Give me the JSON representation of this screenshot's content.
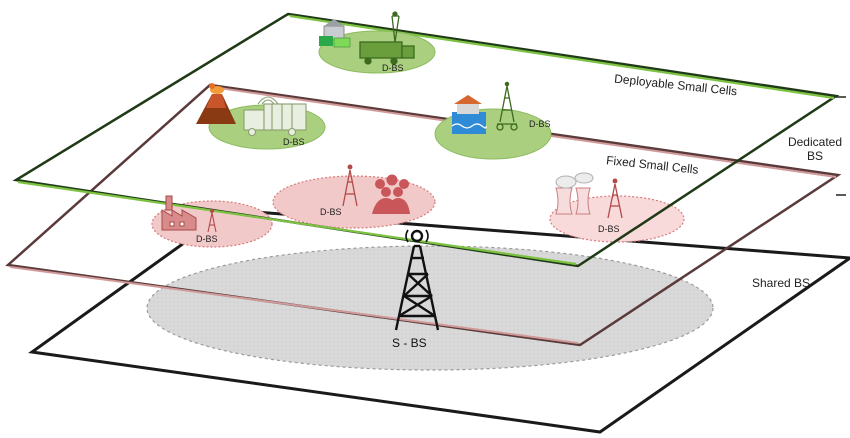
{
  "layers": {
    "deployable": "Deployable Small Cells",
    "fixed": "Fixed  Small Cells",
    "shared": "Shared BS"
  },
  "side_label": "Dedicated\nBS",
  "cells": {
    "deployable": [
      "D-BS",
      "D-BS",
      "D-BS"
    ],
    "fixed": [
      "D-BS",
      "D-BS",
      "D-BS"
    ]
  },
  "macro": "S - BS",
  "colors": {
    "deployable_frame": "#7dc242",
    "deployable_zone": "#a9cf7f",
    "fixed_frame": "#c98080",
    "fixed_zone": "#f2c9c9",
    "shared_frame": "#1a1a1a",
    "shared_zone": "#d9d9d9",
    "tower": "#111111"
  },
  "icons": [
    "factory-icon",
    "crowd-icon",
    "power-plant-icon",
    "volcano-icon",
    "truck-icon",
    "flood-house-icon",
    "camp-icon",
    "tower-icon"
  ]
}
